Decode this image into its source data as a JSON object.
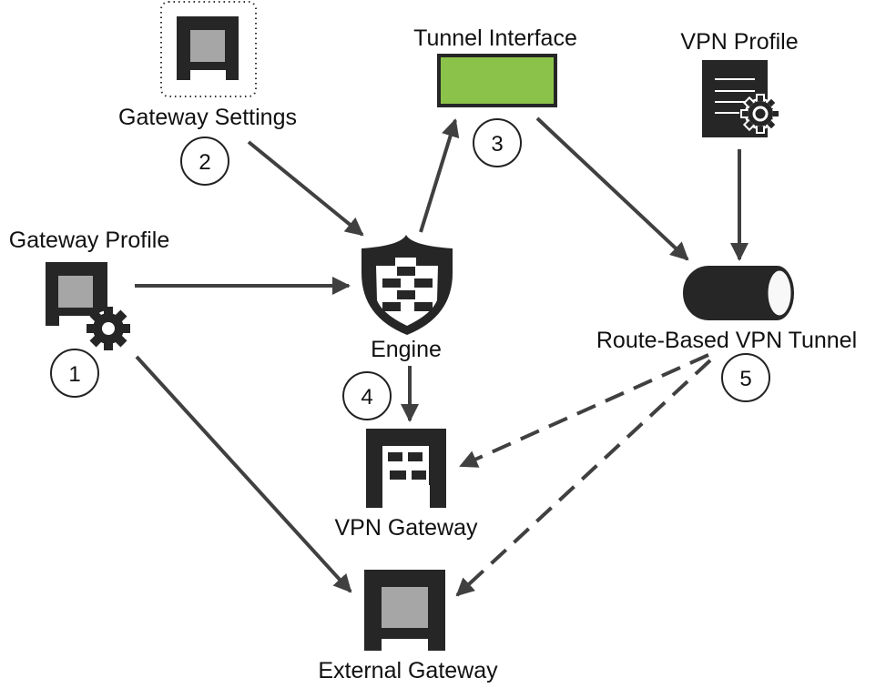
{
  "diagram": {
    "nodes": {
      "gateway_settings": {
        "label": "Gateway Settings",
        "step": "2"
      },
      "tunnel_interface": {
        "label": "Tunnel Interface",
        "step": "3",
        "color": "#8bc34a"
      },
      "vpn_profile": {
        "label": "VPN Profile"
      },
      "gateway_profile": {
        "label": "Gateway Profile",
        "step": "1"
      },
      "engine": {
        "label": "Engine",
        "step": "4"
      },
      "route_based_vpn_tunnel": {
        "label": "Route-Based VPN Tunnel",
        "step": "5"
      },
      "vpn_gateway": {
        "label": "VPN Gateway"
      },
      "external_gateway": {
        "label": "External Gateway"
      }
    },
    "edges": [
      {
        "from": "Gateway Settings",
        "to": "Engine",
        "style": "solid"
      },
      {
        "from": "Gateway Profile",
        "to": "Engine",
        "style": "solid"
      },
      {
        "from": "Engine",
        "to": "Tunnel Interface",
        "style": "solid"
      },
      {
        "from": "Tunnel Interface",
        "to": "Route-Based VPN Tunnel",
        "style": "solid"
      },
      {
        "from": "VPN Profile",
        "to": "Route-Based VPN Tunnel",
        "style": "solid"
      },
      {
        "from": "Engine",
        "to": "VPN Gateway",
        "style": "solid"
      },
      {
        "from": "Gateway Profile",
        "to": "External Gateway",
        "style": "solid"
      },
      {
        "from": "Route-Based VPN Tunnel",
        "to": "VPN Gateway",
        "style": "dashed"
      },
      {
        "from": "Route-Based VPN Tunnel",
        "to": "External Gateway",
        "style": "dashed"
      }
    ]
  }
}
